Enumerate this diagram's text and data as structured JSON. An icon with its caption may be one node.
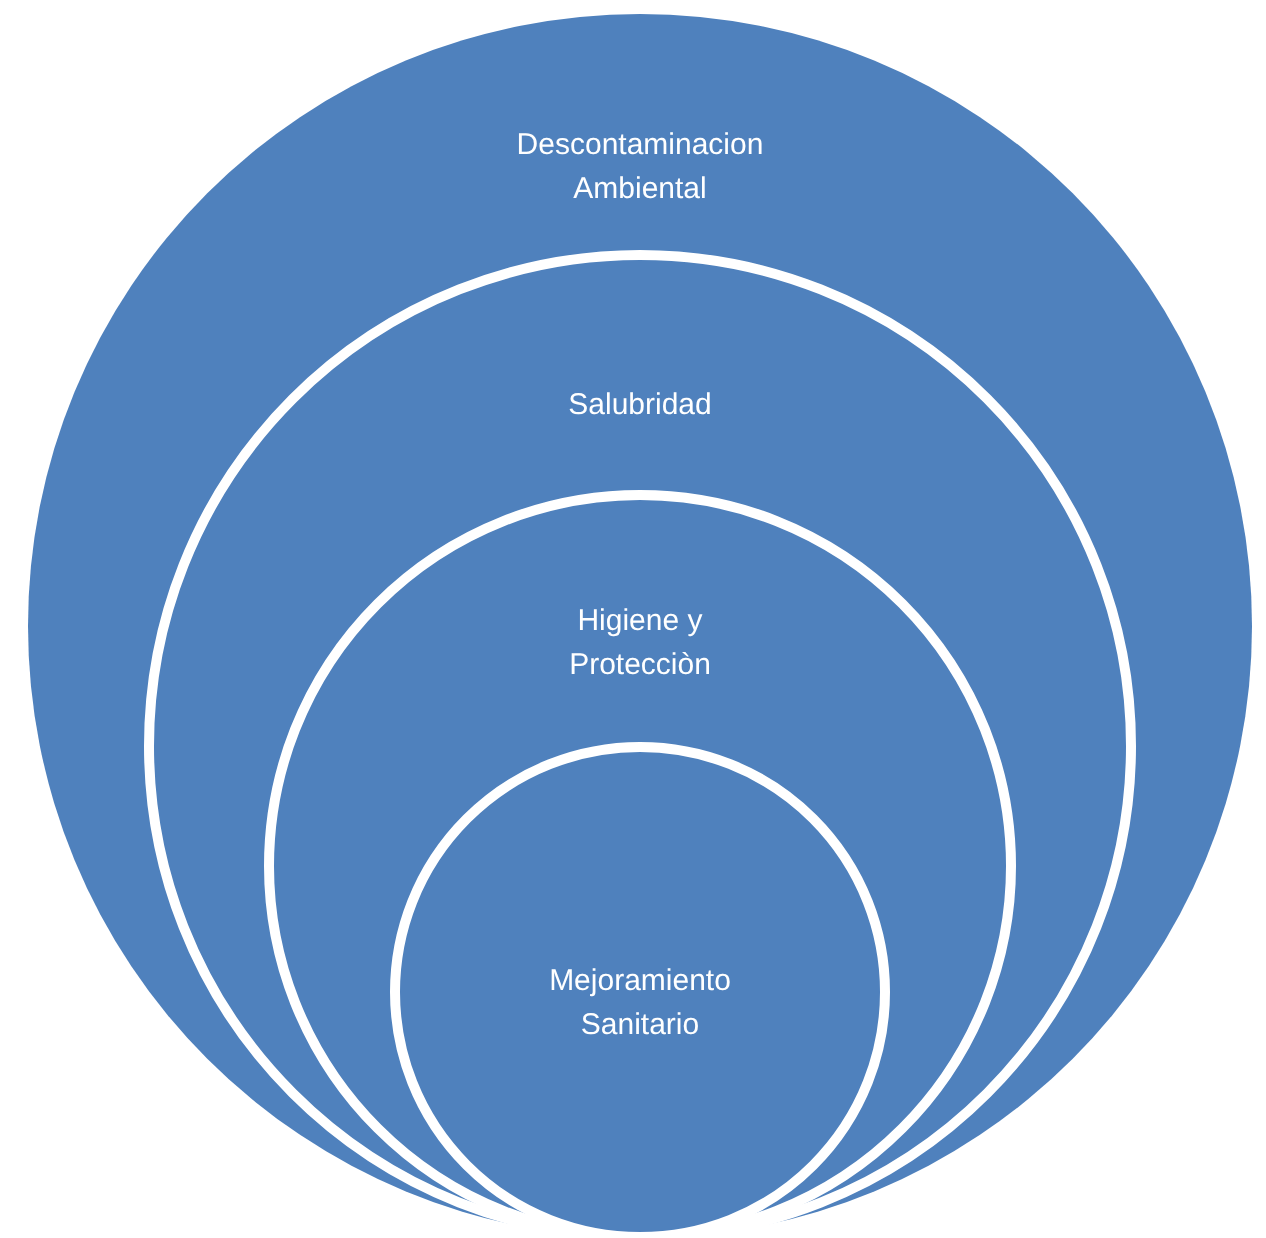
{
  "diagram": {
    "nodes": [
      {
        "text": [
          "Descontaminacion Ambiental"
        ]
      },
      {
        "text": [
          "Salubridad"
        ],
        "in": 0
      },
      {
        "text": [
          "Higiene y Protecciòn"
        ],
        "in": 1
      },
      {
        "text": [
          "Mejoramiento Sanitario"
        ],
        "in": 2
      }
    ]
  }
}
